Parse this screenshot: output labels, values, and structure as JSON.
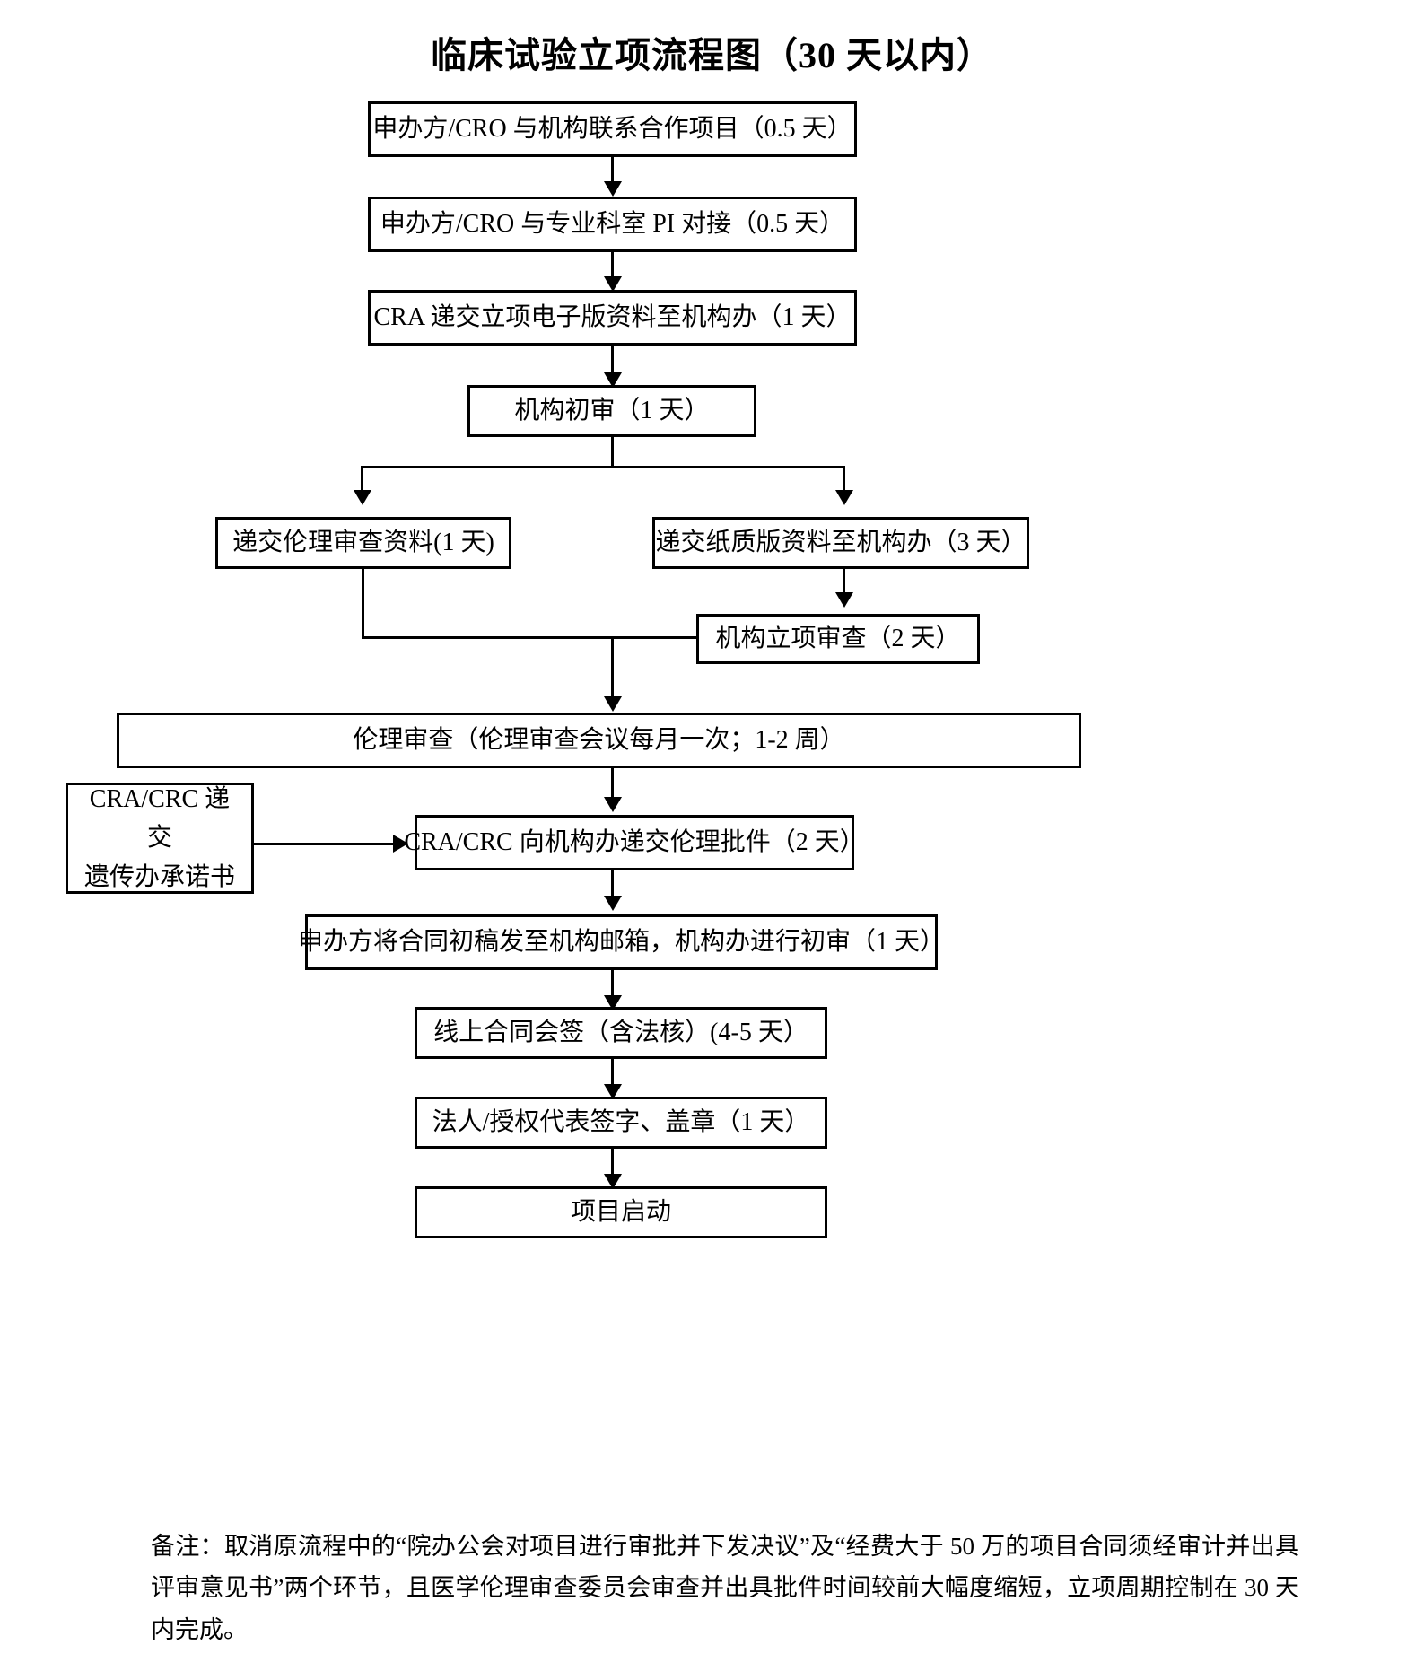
{
  "title": "临床试验立项流程图（30 天以内）",
  "nodes": {
    "n1": "申办方/CRO 与机构联系合作项目（0.5 天）",
    "n2": "申办方/CRO 与专业科室 PI 对接（0.5 天）",
    "n3": "CRA 递交立项电子版资料至机构办（1 天）",
    "n4": "机构初审（1 天）",
    "n5": "递交伦理审查资料(1 天)",
    "n6": "递交纸质版资料至机构办（3 天）",
    "n7": "机构立项审查（2 天）",
    "n8": "伦理审查（伦理审查会议每月一次；1-2 周）",
    "n9_line1": "CRA/CRC 递交",
    "n9_line2": "遗传办承诺书",
    "n10": "CRA/CRC 向机构办递交伦理批件（2 天）",
    "n11": "申办方将合同初稿发至机构邮箱，机构办进行初审（1 天）",
    "n12": "线上合同会签（含法核）(4-5 天）",
    "n13": "法人/授权代表签字、盖章（1 天）",
    "n14": "项目启动"
  },
  "note": {
    "text": "备注：取消原流程中的“院办公会对项目进行审批并下发决议”及“经费大于 50 万的项目合同须经审计并出具评审意见书”两个环节，且医学伦理审查委员会审查并出具批件时间较前大幅度缩短，立项周期控制在 30 天内完成。"
  },
  "colors": {
    "stroke": "#000000",
    "background": "#ffffff",
    "text": "#000000"
  }
}
